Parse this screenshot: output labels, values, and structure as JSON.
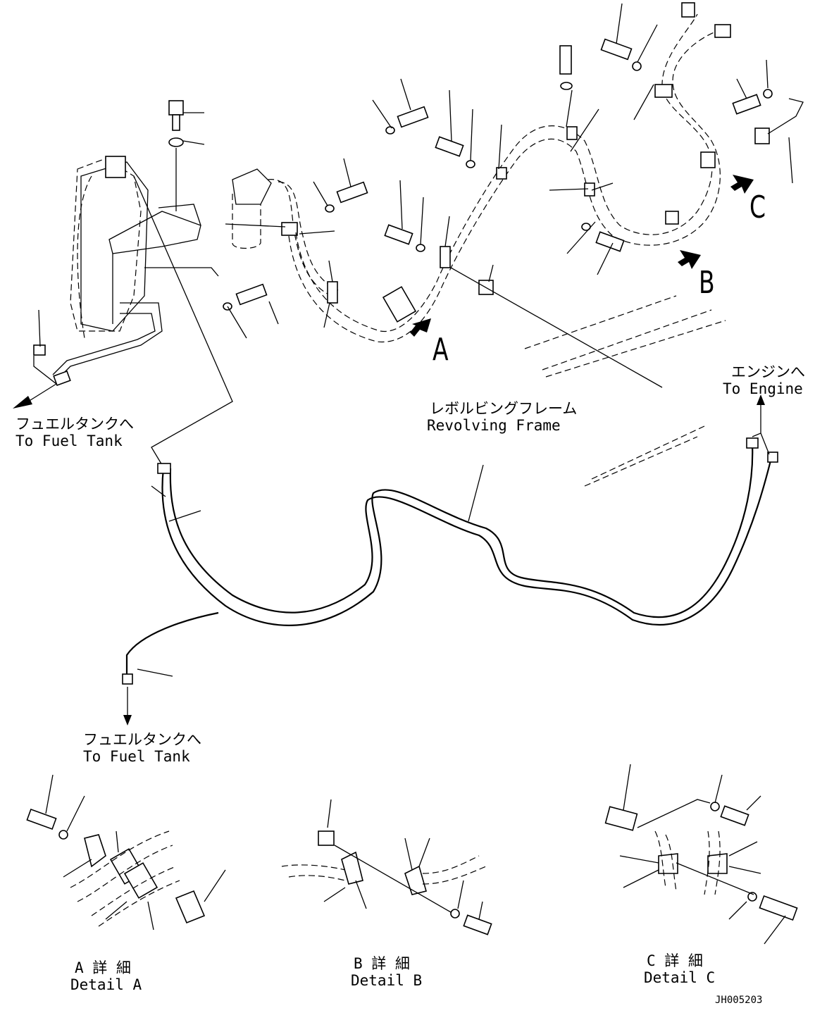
{
  "labels": {
    "fuel_tank_top": {
      "jp": "フュエルタンクへ",
      "en": "To Fuel Tank"
    },
    "fuel_tank_bottom": {
      "jp": "フュエルタンクへ",
      "en": "To Fuel Tank"
    },
    "revolving_frame": {
      "jp": "レボルビングフレーム",
      "en": "Revolving Frame"
    },
    "engine": {
      "jp": "エンジンへ",
      "en": "To Engine"
    },
    "detail_a": {
      "jp": "A 詳 細",
      "en": "Detail A"
    },
    "detail_b": {
      "jp": "B 詳 細",
      "en": "Detail B"
    },
    "detail_c": {
      "jp": "C 詳 細",
      "en": "Detail C"
    }
  },
  "callouts": {
    "a": "A",
    "b": "B",
    "c": "C"
  },
  "drawing_code": "JH005203"
}
